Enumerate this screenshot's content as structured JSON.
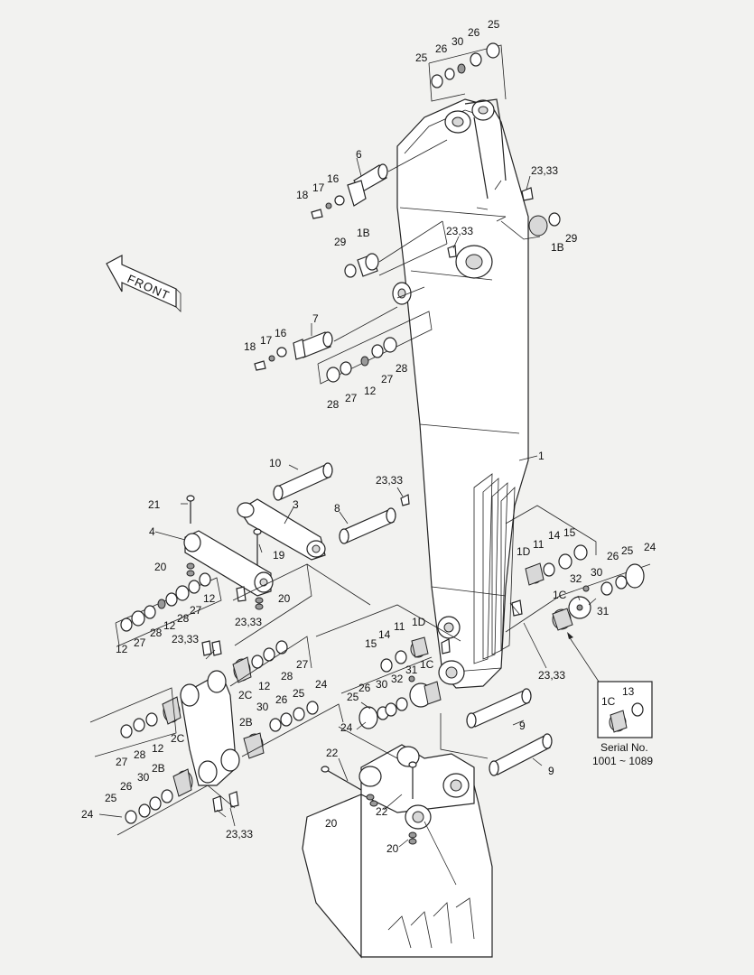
{
  "front_label": "FRONT",
  "inset": {
    "parts": [
      "1C",
      "13"
    ],
    "serial_title": "Serial No.",
    "serial_range": "1001 ~ 1089"
  },
  "labels": {
    "t_25a": "25",
    "t_26a": "26",
    "t_30a": "30",
    "t_26b": "26",
    "t_25b": "25",
    "t_6": "6",
    "t_16a": "16",
    "t_17a": "17",
    "t_18a": "18",
    "t_2333a": "23,33",
    "t_2333b": "23,33",
    "t_29a": "29",
    "t_1Ba": "1B",
    "t_1Bb": "1B",
    "t_29b": "29",
    "t_7": "7",
    "t_16b": "16",
    "t_17b": "17",
    "t_18b": "18",
    "t_28a": "28",
    "t_27a": "27",
    "t_12a": "12",
    "t_27b": "27",
    "t_28b": "28",
    "t_1": "1",
    "t_10": "10",
    "t_2333c": "23,33",
    "t_21": "21",
    "t_3": "3",
    "t_8": "8",
    "t_4": "4",
    "t_19": "19",
    "t_20a": "20",
    "t_20b": "20",
    "t_12b": "12",
    "t_27c": "27",
    "t_28c": "28",
    "t_12c": "12",
    "t_28d": "28",
    "t_27d": "27",
    "t_12d": "12",
    "t_2333d": "23,33",
    "t_2333e": "23,33",
    "t_2C_a": "2C",
    "t_12e": "12",
    "t_28e": "28",
    "t_27e": "27",
    "t_2C_b": "2C",
    "t_2B_a": "2B",
    "t_27f": "27",
    "t_28f": "28",
    "t_12f": "12",
    "t_30b": "30",
    "t_26c": "26",
    "t_25c": "25",
    "t_24a": "24",
    "t_2B_b": "2B",
    "t_30c": "30",
    "t_26d": "26",
    "t_25d": "25",
    "t_24b": "24",
    "t_2333f": "23,33",
    "t_15a": "15",
    "t_14a": "14",
    "t_11a": "11",
    "t_1Da": "1D",
    "t_1Db": "1D",
    "t_11b": "11",
    "t_14b": "14",
    "t_15b": "15",
    "t_26e": "26",
    "t_25e": "25",
    "t_24c": "24",
    "t_30d": "30",
    "t_32a": "32",
    "t_1Ca": "1C",
    "t_31a": "31",
    "t_2333g": "23,33",
    "t_25f": "25",
    "t_26f": "26",
    "t_30e": "30",
    "t_32b": "32",
    "t_31b": "31",
    "t_1Cb": "1C",
    "t_24d": "24",
    "t_9a": "9",
    "t_9b": "9",
    "t_22a": "22",
    "t_22b": "22",
    "t_20c": "20",
    "t_20d": "20"
  }
}
